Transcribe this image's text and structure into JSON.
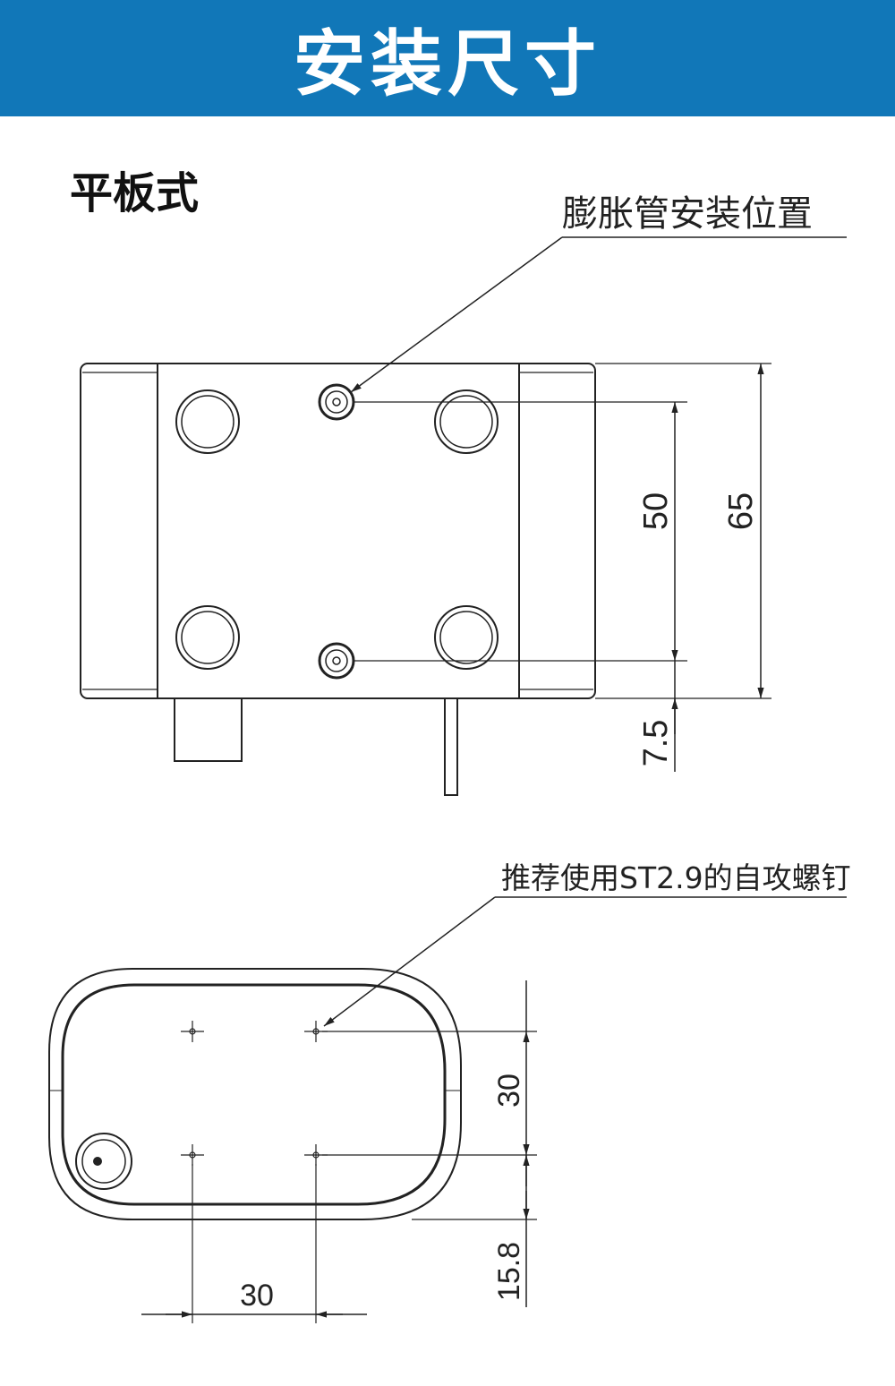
{
  "header": {
    "title": "安装尺寸"
  },
  "section": {
    "title": "平板式"
  },
  "top_view": {
    "callout": "膨胀管安装位置",
    "dim_50": "50",
    "dim_65": "65",
    "dim_7_5": "7.5"
  },
  "bottom_view": {
    "callout": "推荐使用ST2.9的自攻螺钉",
    "dim_30_vertical": "30",
    "dim_30_horizontal": "30",
    "dim_15_8": "15.8"
  },
  "colors": {
    "header_bg": "#1177b8",
    "line": "#222222"
  }
}
